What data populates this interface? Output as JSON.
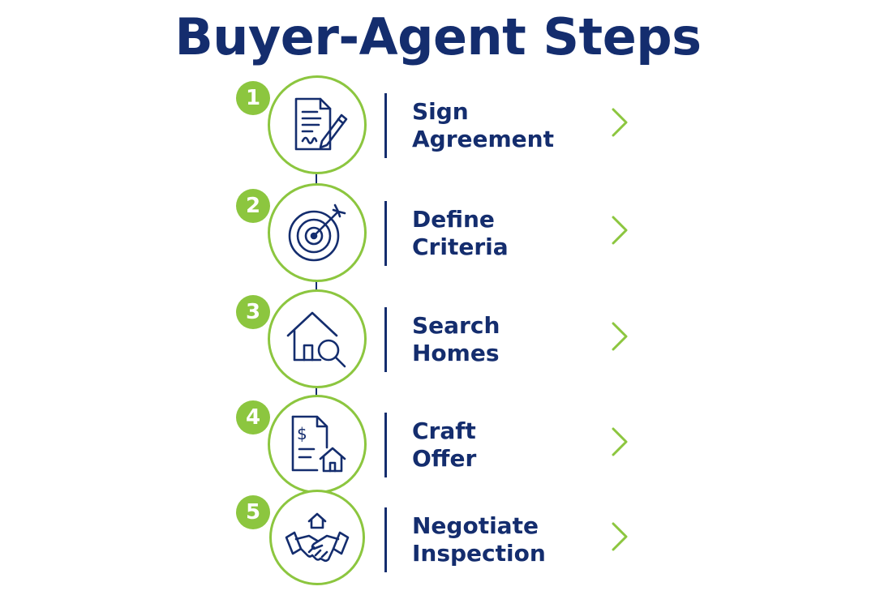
{
  "title": "Buyer-Agent Steps",
  "colors": {
    "accent": "#8cc63f",
    "navy": "#142d6e"
  },
  "steps": [
    {
      "number": "1",
      "line1": "Sign",
      "line2": "Agreement",
      "icon": "contract-signature-icon"
    },
    {
      "number": "2",
      "line1": "Define",
      "line2": "Criteria",
      "icon": "target-arrow-icon"
    },
    {
      "number": "3",
      "line1": "Search",
      "line2": "Homes",
      "icon": "house-search-icon"
    },
    {
      "number": "4",
      "line1": "Craft",
      "line2": "Offer",
      "icon": "offer-document-icon"
    },
    {
      "number": "5",
      "line1": "Negotiate",
      "line2": "Inspection",
      "icon": "handshake-house-icon"
    }
  ]
}
